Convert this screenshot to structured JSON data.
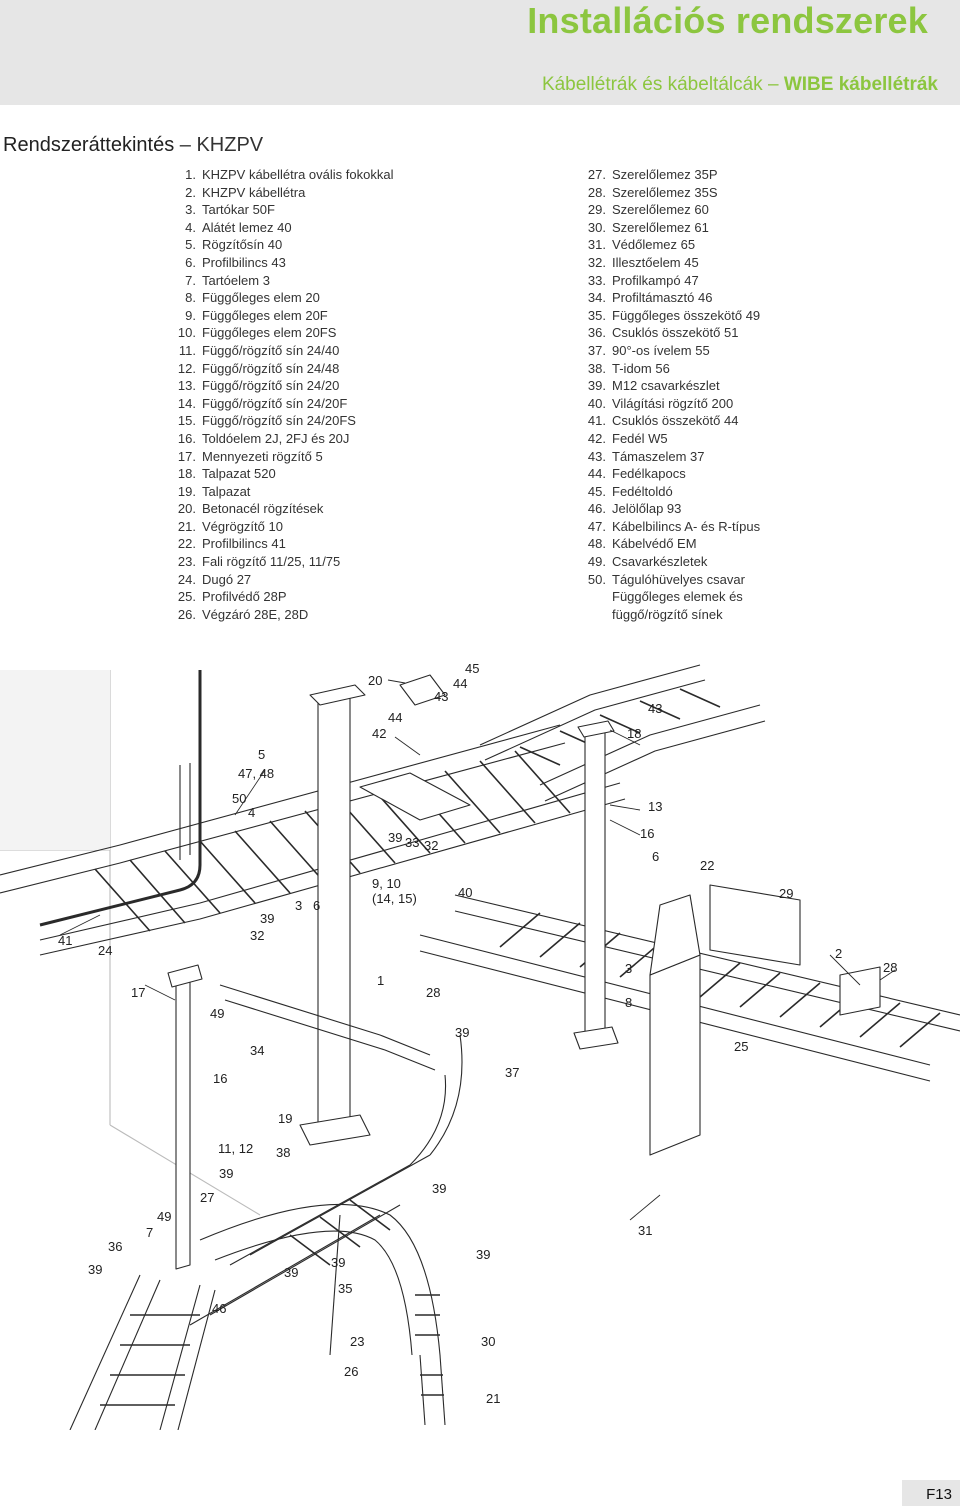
{
  "header": {
    "title": "Installációs rendszerek",
    "subtitle_regular": "Kábellétrák és kábeltálcák",
    "subtitle_dash": "–",
    "subtitle_bold": "WIBE kábellétrák"
  },
  "section": {
    "title": "Rendszeráttekintés",
    "dash": "–",
    "system": "KHZPV"
  },
  "parts_left": [
    {
      "num": "1.",
      "label": "KHZPV kábellétra ovális fokokkal"
    },
    {
      "num": "2.",
      "label": "KHZPV kábellétra"
    },
    {
      "num": "3.",
      "label": "Tartókar 50F"
    },
    {
      "num": "4.",
      "label": "Alátét lemez 40"
    },
    {
      "num": "5.",
      "label": "Rögzítősín 40"
    },
    {
      "num": "6.",
      "label": "Profilbilincs 43"
    },
    {
      "num": "7.",
      "label": "Tartóelem 3"
    },
    {
      "num": "8.",
      "label": "Függőleges elem 20"
    },
    {
      "num": "9.",
      "label": "Függőleges elem 20F"
    },
    {
      "num": "10.",
      "label": "Függőleges elem 20FS"
    },
    {
      "num": "11.",
      "label": "Függő/rögzítő sín 24/40"
    },
    {
      "num": "12.",
      "label": "Függő/rögzítő sín 24/48"
    },
    {
      "num": "13.",
      "label": "Függő/rögzítő sín 24/20"
    },
    {
      "num": "14.",
      "label": "Függő/rögzítő sín 24/20F"
    },
    {
      "num": "15.",
      "label": "Függő/rögzítő sín 24/20FS"
    },
    {
      "num": "16.",
      "label": "Toldóelem 2J, 2FJ és 20J"
    },
    {
      "num": "17.",
      "label": "Mennyezeti rögzítő 5"
    },
    {
      "num": "18.",
      "label": "Talpazat 520"
    },
    {
      "num": "19.",
      "label": "Talpazat"
    },
    {
      "num": "20.",
      "label": "Betonacél rögzítések"
    },
    {
      "num": "21.",
      "label": "Végrögzítő 10"
    },
    {
      "num": "22.",
      "label": "Profilbilincs 41"
    },
    {
      "num": "23.",
      "label": "Fali rögzítő 11/25, 11/75"
    },
    {
      "num": "24.",
      "label": "Dugó 27"
    },
    {
      "num": "25.",
      "label": "Profilvédő 28P"
    },
    {
      "num": "26.",
      "label": "Végzáró 28E, 28D"
    }
  ],
  "parts_right": [
    {
      "num": "27.",
      "label": "Szerelőlemez 35P"
    },
    {
      "num": "28.",
      "label": "Szerelőlemez 35S"
    },
    {
      "num": "29.",
      "label": "Szerelőlemez 60"
    },
    {
      "num": "30.",
      "label": "Szerelőlemez 61"
    },
    {
      "num": "31.",
      "label": "Védőlemez 65"
    },
    {
      "num": "32.",
      "label": "Illesztőelem 45"
    },
    {
      "num": "33.",
      "label": "Profilkampó 47"
    },
    {
      "num": "34.",
      "label": "Profiltámasztó 46"
    },
    {
      "num": "35.",
      "label": "Függőleges összekötő 49"
    },
    {
      "num": "36.",
      "label": "Csuklós összekötő 51"
    },
    {
      "num": "37.",
      "label": "90°-os ívelem 55"
    },
    {
      "num": "38.",
      "label": "T-idom 56"
    },
    {
      "num": "39.",
      "label": "M12 csavarkészlet"
    },
    {
      "num": "40.",
      "label": "Világítási rögzítő 200"
    },
    {
      "num": "41.",
      "label": "Csuklós összekötő 44"
    },
    {
      "num": "42.",
      "label": "Fedél W5"
    },
    {
      "num": "43.",
      "label": "Támaszelem 37"
    },
    {
      "num": "44.",
      "label": "Fedélkapocs"
    },
    {
      "num": "45.",
      "label": "Fedéltoldó"
    },
    {
      "num": "46.",
      "label": "Jelölőlap 93"
    },
    {
      "num": "47.",
      "label": "Kábelbilincs A- és R-típus"
    },
    {
      "num": "48.",
      "label": "Kábelvédő EM"
    },
    {
      "num": "49.",
      "label": "Csavarkészletek"
    },
    {
      "num": "50.",
      "label": "Tágulóhüvelyes csavar"
    },
    {
      "num": "",
      "label": "Függőleges elemek és"
    },
    {
      "num": "",
      "label": "függő/rögzítő sínek"
    }
  ],
  "diagram": {
    "callouts": [
      "45",
      "20",
      "44",
      "43",
      "44",
      "42",
      "43",
      "18",
      "5",
      "47, 48",
      "50",
      "4",
      "13",
      "39",
      "33",
      "32",
      "16",
      "6",
      "22",
      "9, 10",
      "(14, 15)",
      "40",
      "29",
      "3",
      "6",
      "39",
      "32",
      "41",
      "24",
      "2",
      "28",
      "3",
      "17",
      "1",
      "28",
      "8",
      "49",
      "39",
      "25",
      "34",
      "37",
      "16",
      "19",
      "11, 12",
      "38",
      "39",
      "39",
      "27",
      "49",
      "31",
      "7",
      "36",
      "39",
      "39",
      "39",
      "39",
      "35",
      "46",
      "23",
      "30",
      "26",
      "21"
    ]
  },
  "footer": {
    "page_number": "F13"
  },
  "colors": {
    "brand_green": "#8cc63f",
    "banner_gray": "#e6e6e6",
    "line_dark": "#2a2a2a"
  }
}
